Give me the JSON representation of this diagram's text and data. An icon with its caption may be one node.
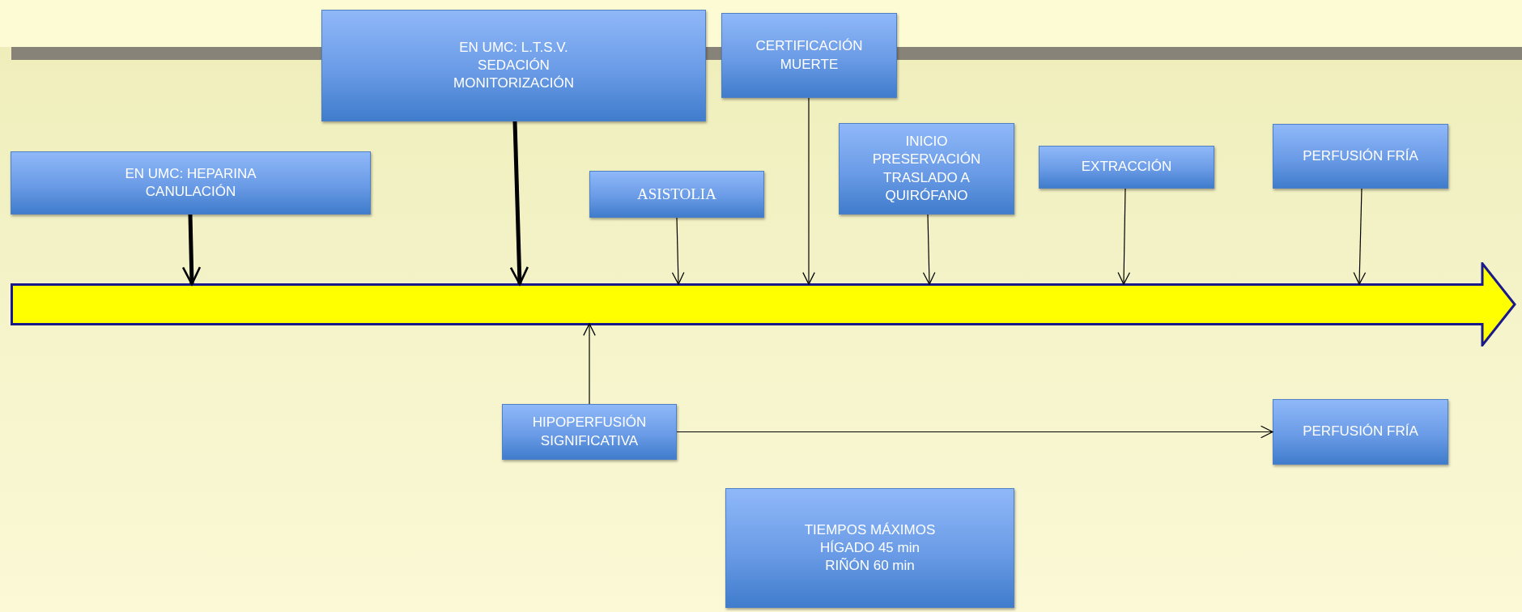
{
  "diagram": {
    "nodes": [
      {
        "text": [
          "EN  UMC: HEPARINA CANULACIÓN"
        ]
      },
      {
        "text": [
          "EN UMC: L.T.S.V. SEDACIÓN MONITORIZACIÓN"
        ]
      },
      {
        "text": [
          "ASISTOLIA"
        ]
      },
      {
        "text": [
          "CERTIFICACIÓN MUERTE"
        ]
      },
      {
        "text": [
          "INICIO PRESERVACIÓN TRASLADO A QUIRÓFANO"
        ]
      },
      {
        "text": [
          "EXTRACCIÓN"
        ]
      },
      {
        "text": [
          "PERFUSIÓN FRÍA"
        ]
      },
      {
        "text": [],
        "shape": "arrow"
      },
      {
        "text": [
          "HIPOPERFUSIÓN SIGNIFICATIVA"
        ]
      },
      {
        "text": [
          "PERFUSIÓN FRÍA"
        ]
      },
      {
        "text": [
          "TIEMPOS MÁXIMOS HÍGADO 45 min RIÑÓN 60 min"
        ]
      }
    ],
    "edges": [
      {
        "from": 0,
        "to": 7,
        "arrow": "to",
        "style": "thick"
      },
      {
        "from": 1,
        "to": 7,
        "arrow": "to",
        "style": "thick"
      },
      {
        "from": 2,
        "to": 7,
        "arrow": "to"
      },
      {
        "from": 3,
        "to": 7,
        "arrow": "to"
      },
      {
        "from": 4,
        "to": 7,
        "arrow": "to"
      },
      {
        "from": 5,
        "to": 7,
        "arrow": "to"
      },
      {
        "from": 6,
        "to": 7,
        "arrow": "to"
      },
      {
        "from": 8,
        "to": 7,
        "arrow": "to"
      },
      {
        "from": 8,
        "to": 9,
        "arrow": "to"
      }
    ]
  }
}
